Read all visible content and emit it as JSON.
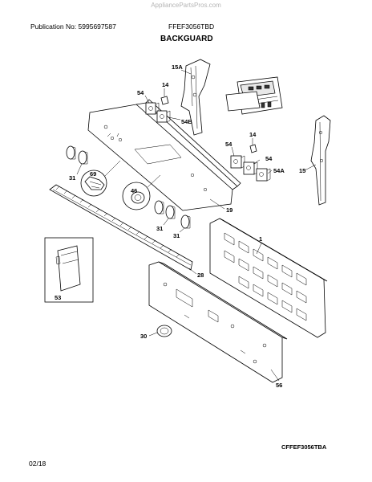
{
  "header": {
    "watermark": "AppliancePartsPros.com",
    "publication": "Publication No: 5995697587",
    "model": "FFEF3056TBD",
    "section": "BACKGUARD"
  },
  "footer": {
    "drawing_ref": "CFFEF3056TBA",
    "date": "02/18"
  },
  "callouts": {
    "c15a": "15A",
    "c14a": "14",
    "c54a": "54",
    "c54b": "54B",
    "c14b": "14",
    "c54c": "54",
    "c54d": "54",
    "c54e": "54A",
    "c15": "15",
    "c31a": "31",
    "c69": "69",
    "c46": "46",
    "c19": "19",
    "c31b": "31",
    "c31c": "31",
    "c1": "1",
    "c28": "28",
    "c53": "53",
    "c30": "30",
    "c56": "56"
  }
}
